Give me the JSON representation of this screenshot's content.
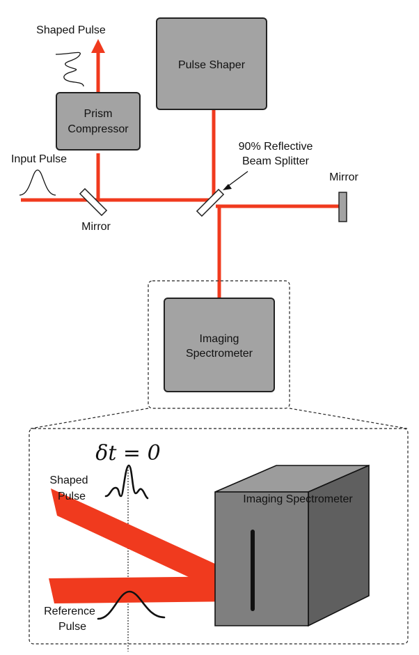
{
  "labels": {
    "shaped_pulse_top": "Shaped Pulse",
    "pulse_shaper": "Pulse Shaper",
    "prism_line1": "Prism",
    "prism_line2": "Compressor",
    "input_pulse": "Input Pulse",
    "mirror_left": "Mirror",
    "beam_splitter_line1": "90% Reflective",
    "beam_splitter_line2": "Beam Splitter",
    "mirror_right": "Mirror",
    "imaging_line1": "Imaging",
    "imaging_line2": "Spectrometer",
    "delta_t": "δt = 0",
    "shaped_pulse_line1": "Shaped",
    "shaped_pulse_line2": "Pulse",
    "reference_pulse_line1": "Reference",
    "reference_pulse_line2": "Pulse",
    "cube_label": "Imaging Spectrometer"
  },
  "colors": {
    "beam": "#f03a1e",
    "box_fill": "#a3a3a3",
    "cube_front": "#7f7f7f",
    "cube_top": "#9c9c9c",
    "cube_side": "#5f5f5f"
  }
}
